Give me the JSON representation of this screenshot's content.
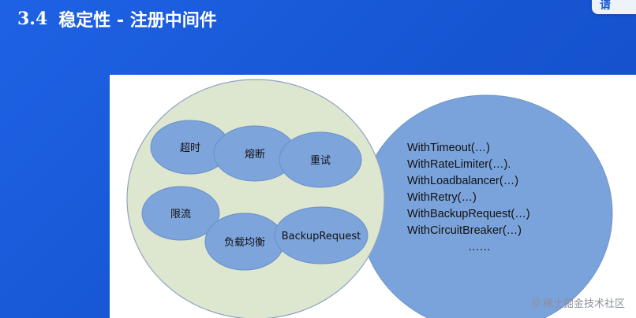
{
  "slide": {
    "number": "3.4",
    "title": "稳定性 -  注册中间件",
    "corner_label": "请"
  },
  "diagram": {
    "left_group": {
      "ovals": [
        {
          "id": "timeout",
          "label": "超时"
        },
        {
          "id": "circuit-breaker",
          "label": "熔断"
        },
        {
          "id": "retry",
          "label": "重试"
        },
        {
          "id": "rate-limit",
          "label": "限流"
        },
        {
          "id": "load-balance",
          "label": "负载均衡"
        },
        {
          "id": "backup-request",
          "label": "BackupRequest"
        }
      ]
    },
    "right_group": {
      "lines": [
        "WithTimeout(…)",
        "WithRateLimiter(…).",
        "WithLoadbalancer(…)",
        "WithRetry(…)",
        "WithBackupRequest(…)",
        "WithCircuitBreaker(…)",
        "……"
      ]
    }
  },
  "watermark": {
    "symbol": "@",
    "text": "稀土掘金技术社区"
  },
  "colors": {
    "slide_background": "#1a5ad6",
    "green_circle": "#dde6cf",
    "blue_circle": "#7ba3db",
    "oval_fill": "#7ea4dc"
  }
}
